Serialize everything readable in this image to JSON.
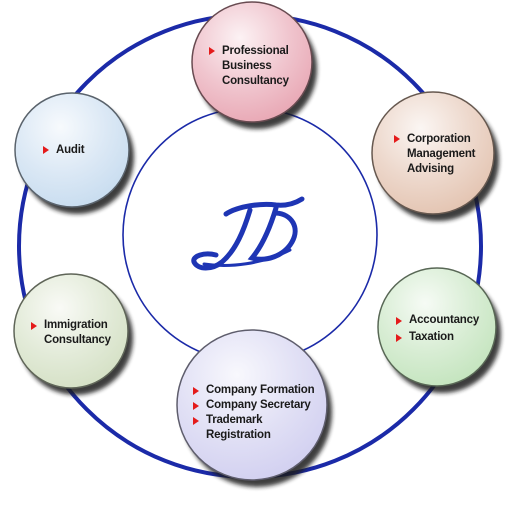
{
  "colors": {
    "ring": "#1b2aa8",
    "logo": "#1e35b4",
    "bullet": "#e41b1b"
  },
  "nodes": {
    "top": {
      "items": [
        {
          "lines": [
            "Professional",
            "Business",
            "Consultancy"
          ]
        }
      ],
      "color": "#e8a6b3"
    },
    "upper_right": {
      "items": [
        {
          "lines": [
            "Corporation",
            "Management",
            "Advising"
          ]
        }
      ],
      "color": "#e3c3b0"
    },
    "lower_right": {
      "items": [
        {
          "lines": [
            "Accountancy"
          ]
        },
        {
          "lines": [
            "Taxation"
          ]
        }
      ],
      "color": "#c3e4bd"
    },
    "bottom": {
      "items": [
        {
          "lines": [
            "Company Formation"
          ]
        },
        {
          "lines": [
            "Company Secretary"
          ]
        },
        {
          "lines": [
            "Trademark Registration"
          ]
        }
      ],
      "color": "#d1cff0"
    },
    "lower_left": {
      "items": [
        {
          "lines": [
            "Immigration",
            "Consultancy"
          ]
        }
      ],
      "color": "#d4e0c4"
    },
    "upper_left": {
      "items": [
        {
          "lines": [
            "Audit"
          ]
        }
      ],
      "color": "#c7dcef"
    }
  }
}
